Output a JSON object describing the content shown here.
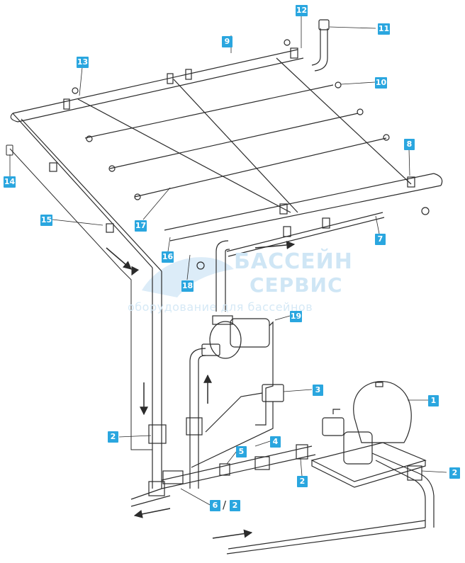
{
  "callouts": {
    "c1": "1",
    "c2a": "2",
    "c2b": "2",
    "c2c": "2",
    "c2d": "2",
    "c3": "3",
    "c4": "4",
    "c5": "5",
    "c6": "6",
    "c7": "7",
    "c8": "8",
    "c9": "9",
    "c10": "10",
    "c11": "11",
    "c12": "12",
    "c13": "13",
    "c14": "14",
    "c15": "15",
    "c16": "16",
    "c17": "17",
    "c18": "18",
    "c19": "19"
  },
  "separator": "/",
  "watermark": {
    "line1": "БАССЕЙН",
    "line2": "СЕРВИС",
    "line3": "оборудование для бассейнов"
  },
  "colors": {
    "callout": "#2aa6df",
    "line": "#2b2b2b",
    "watermark": "#cfe6f5"
  }
}
